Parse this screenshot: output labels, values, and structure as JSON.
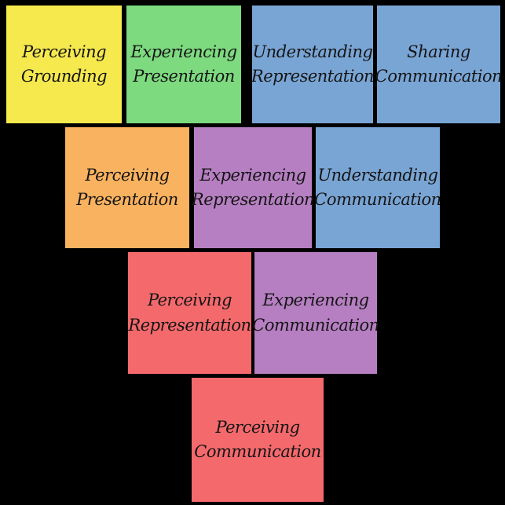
{
  "diagram": {
    "background_color": "#000000",
    "text_color": "#151515",
    "colors": {
      "yellow": "#F6E94E",
      "green": "#7DDA7F",
      "blue": "#79A5D5",
      "orange": "#F9B25F",
      "purple": "#B67FC2",
      "red": "#F4696C"
    },
    "rows": [
      {
        "cells": [
          {
            "line1": "Perceiving",
            "line2": "Grounding",
            "color": "#F6E94E"
          },
          {
            "line1": "Experiencing",
            "line2": "Presentation",
            "color": "#7DDA7F"
          },
          {
            "line1": "Understanding",
            "line2": "Representation",
            "color": "#79A5D5"
          },
          {
            "line1": "Sharing",
            "line2": "Communication",
            "color": "#79A5D5"
          }
        ]
      },
      {
        "cells": [
          {
            "line1": "Perceiving",
            "line2": "Presentation",
            "color": "#F9B25F"
          },
          {
            "line1": "Experiencing",
            "line2": "Representation",
            "color": "#B67FC2"
          },
          {
            "line1": "Understanding",
            "line2": "Communication",
            "color": "#79A5D5"
          }
        ]
      },
      {
        "cells": [
          {
            "line1": "Perceiving",
            "line2": "Representation",
            "color": "#F4696C"
          },
          {
            "line1": "Experiencing",
            "line2": "Communication",
            "color": "#B67FC2"
          }
        ]
      },
      {
        "cells": [
          {
            "line1": "Perceiving",
            "line2": "Communication",
            "color": "#F4696C"
          }
        ]
      }
    ]
  }
}
